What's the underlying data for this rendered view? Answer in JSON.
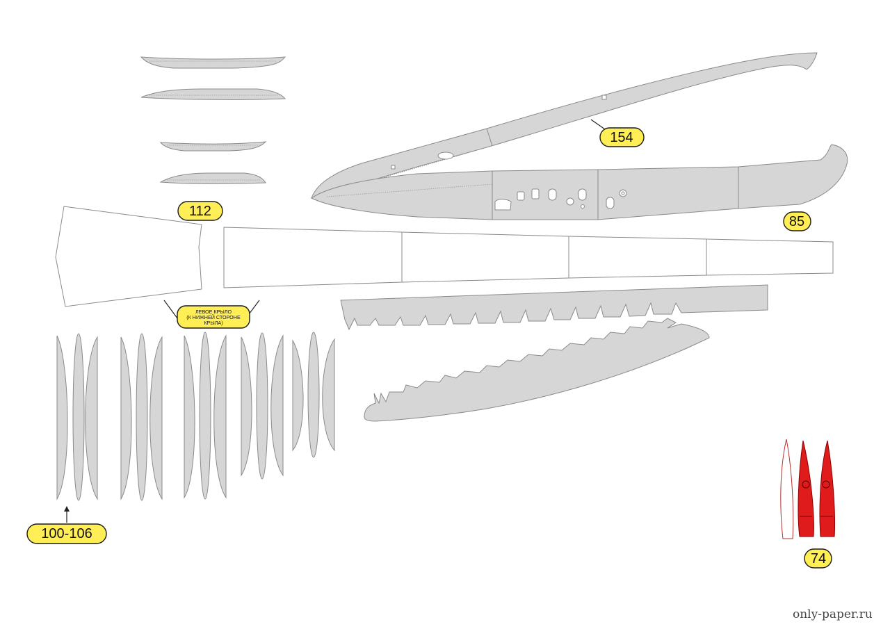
{
  "labels": {
    "part_112": "112",
    "part_154": "154",
    "part_85": "85",
    "part_100_106": "100-106",
    "part_74": "74"
  },
  "note": {
    "line1": "ЛЕВОЕ КРЫЛО",
    "line2": "(К НИЖНЕЙ СТОРОНЕ",
    "line3": "КРЫЛА)"
  },
  "watermark": "only-paper.ru",
  "colors": {
    "part_fill": "#d6d6d6",
    "part_outline": "#8a8a8a",
    "label_fill": "#ffee55",
    "accent_red": "#e01b1b"
  }
}
